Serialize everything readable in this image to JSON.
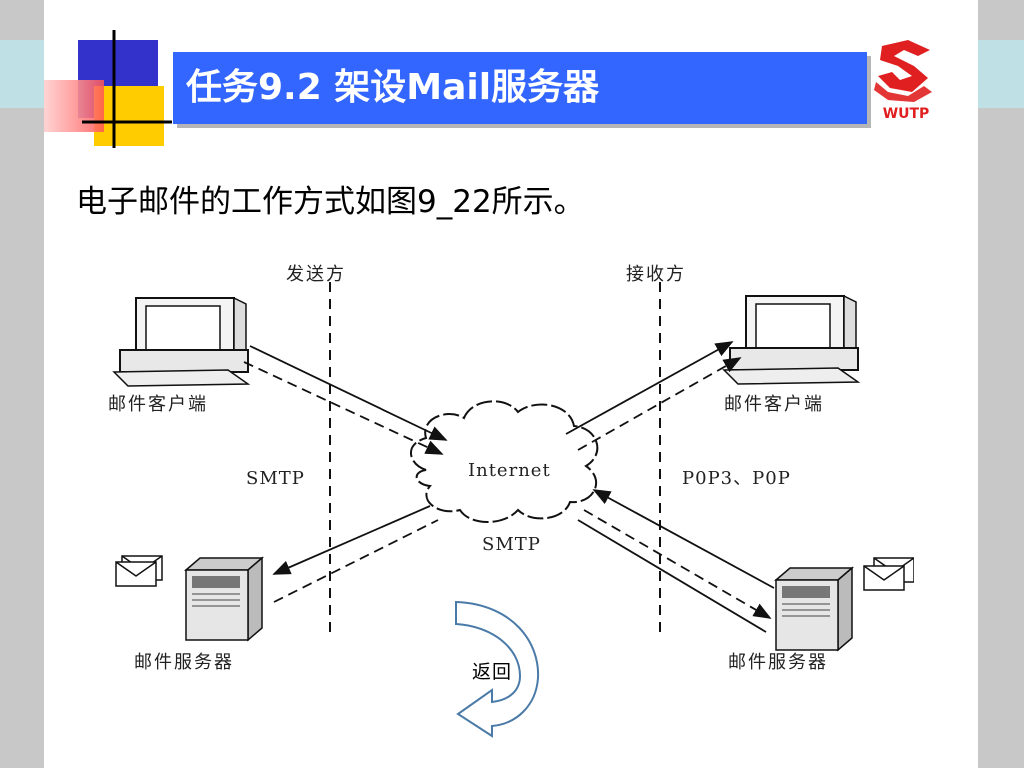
{
  "slide": {
    "title": "任务9.2 架设Mail服务器",
    "logo_text": "WUTP",
    "body_text": "电子邮件的工作方式如图9_22所示。"
  },
  "diagram": {
    "sender_label": "发送方",
    "receiver_label": "接收方",
    "left_client_label": "邮件客户端",
    "right_client_label": "邮件客户端",
    "left_server_label": "邮件服务器",
    "right_server_label": "邮件服务器",
    "internet_label": "Internet",
    "smtp_left_label": "SMTP",
    "smtp_bottom_label": "SMTP",
    "pop_label": "P0P3、P0P"
  },
  "nav": {
    "back_label": "返回"
  },
  "colors": {
    "title_bar": "#3366ff",
    "logo_red": "#e02020",
    "deco_blue": "#3333cc",
    "deco_yellow": "#ffcc00",
    "deco_red": "#ff5050"
  }
}
